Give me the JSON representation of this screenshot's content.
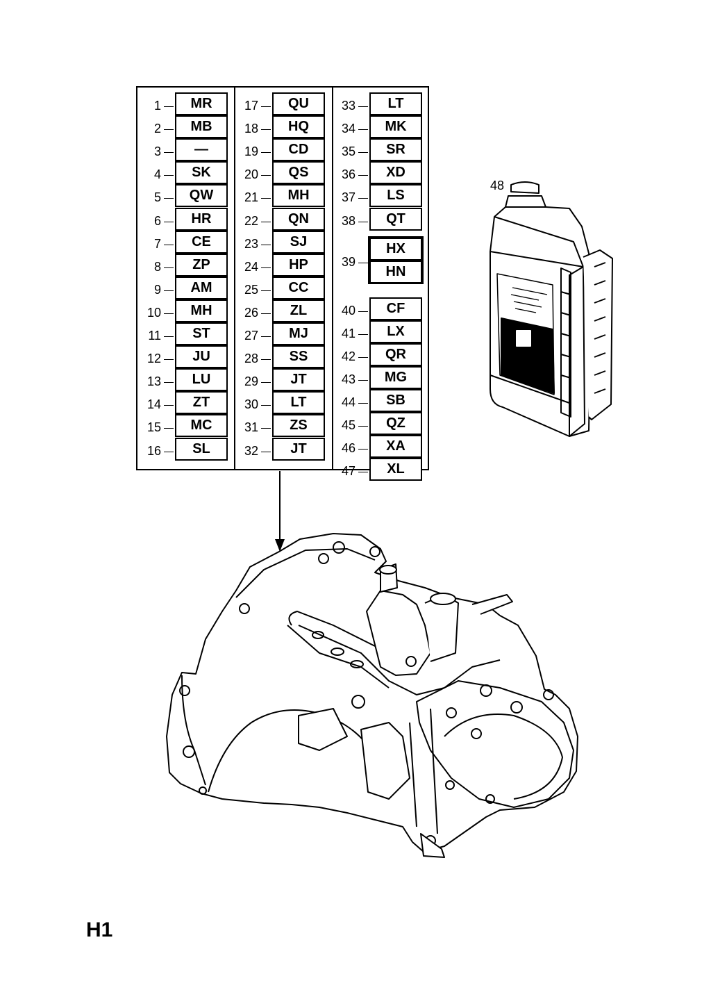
{
  "parts_table": {
    "columns": [
      {
        "rows": [
          {
            "num": "1",
            "code": "MR"
          },
          {
            "num": "2",
            "code": "MB"
          },
          {
            "num": "3",
            "code": "—"
          },
          {
            "num": "4",
            "code": "SK"
          },
          {
            "num": "5",
            "code": "QW"
          },
          {
            "num": "6",
            "code": "HR"
          },
          {
            "num": "7",
            "code": "CE"
          },
          {
            "num": "8",
            "code": "ZP"
          },
          {
            "num": "9",
            "code": "AM"
          },
          {
            "num": "10",
            "code": "MH"
          },
          {
            "num": "11",
            "code": "ST"
          },
          {
            "num": "12",
            "code": "JU"
          },
          {
            "num": "13",
            "code": "LU"
          },
          {
            "num": "14",
            "code": "ZT"
          },
          {
            "num": "15",
            "code": "MC"
          },
          {
            "num": "16",
            "code": "SL"
          }
        ]
      },
      {
        "rows": [
          {
            "num": "17",
            "code": "QU"
          },
          {
            "num": "18",
            "code": "HQ"
          },
          {
            "num": "19",
            "code": "CD"
          },
          {
            "num": "20",
            "code": "QS"
          },
          {
            "num": "21",
            "code": "MH"
          },
          {
            "num": "22",
            "code": "QN"
          },
          {
            "num": "23",
            "code": "SJ"
          },
          {
            "num": "24",
            "code": "HP"
          },
          {
            "num": "25",
            "code": "CC"
          },
          {
            "num": "26",
            "code": "ZL"
          },
          {
            "num": "27",
            "code": "MJ"
          },
          {
            "num": "28",
            "code": "SS"
          },
          {
            "num": "29",
            "code": "JT"
          },
          {
            "num": "30",
            "code": "LT"
          },
          {
            "num": "31",
            "code": "ZS"
          },
          {
            "num": "32",
            "code": "JT"
          }
        ]
      },
      {
        "rows": [
          {
            "num": "33",
            "code": "LT"
          },
          {
            "num": "34",
            "code": "MK"
          },
          {
            "num": "35",
            "code": "SR"
          },
          {
            "num": "36",
            "code": "XD"
          },
          {
            "num": "37",
            "code": "LS"
          },
          {
            "num": "38",
            "code": "QT"
          },
          {
            "num": "39",
            "codes": [
              "HX",
              "HN"
            ]
          },
          {
            "num": "40",
            "code": "CF"
          },
          {
            "num": "41",
            "code": "LX"
          },
          {
            "num": "42",
            "code": "QR"
          },
          {
            "num": "43",
            "code": "MG"
          },
          {
            "num": "44",
            "code": "SB"
          },
          {
            "num": "45",
            "code": "QZ"
          },
          {
            "num": "46",
            "code": "XA"
          },
          {
            "num": "47",
            "code": "XL"
          }
        ]
      }
    ]
  },
  "callouts": {
    "oil_bottle": "48"
  },
  "page_label": "H1",
  "illustrations": {
    "bottle": "oil-bottle-icon",
    "gearbox": "gearbox-icon"
  }
}
